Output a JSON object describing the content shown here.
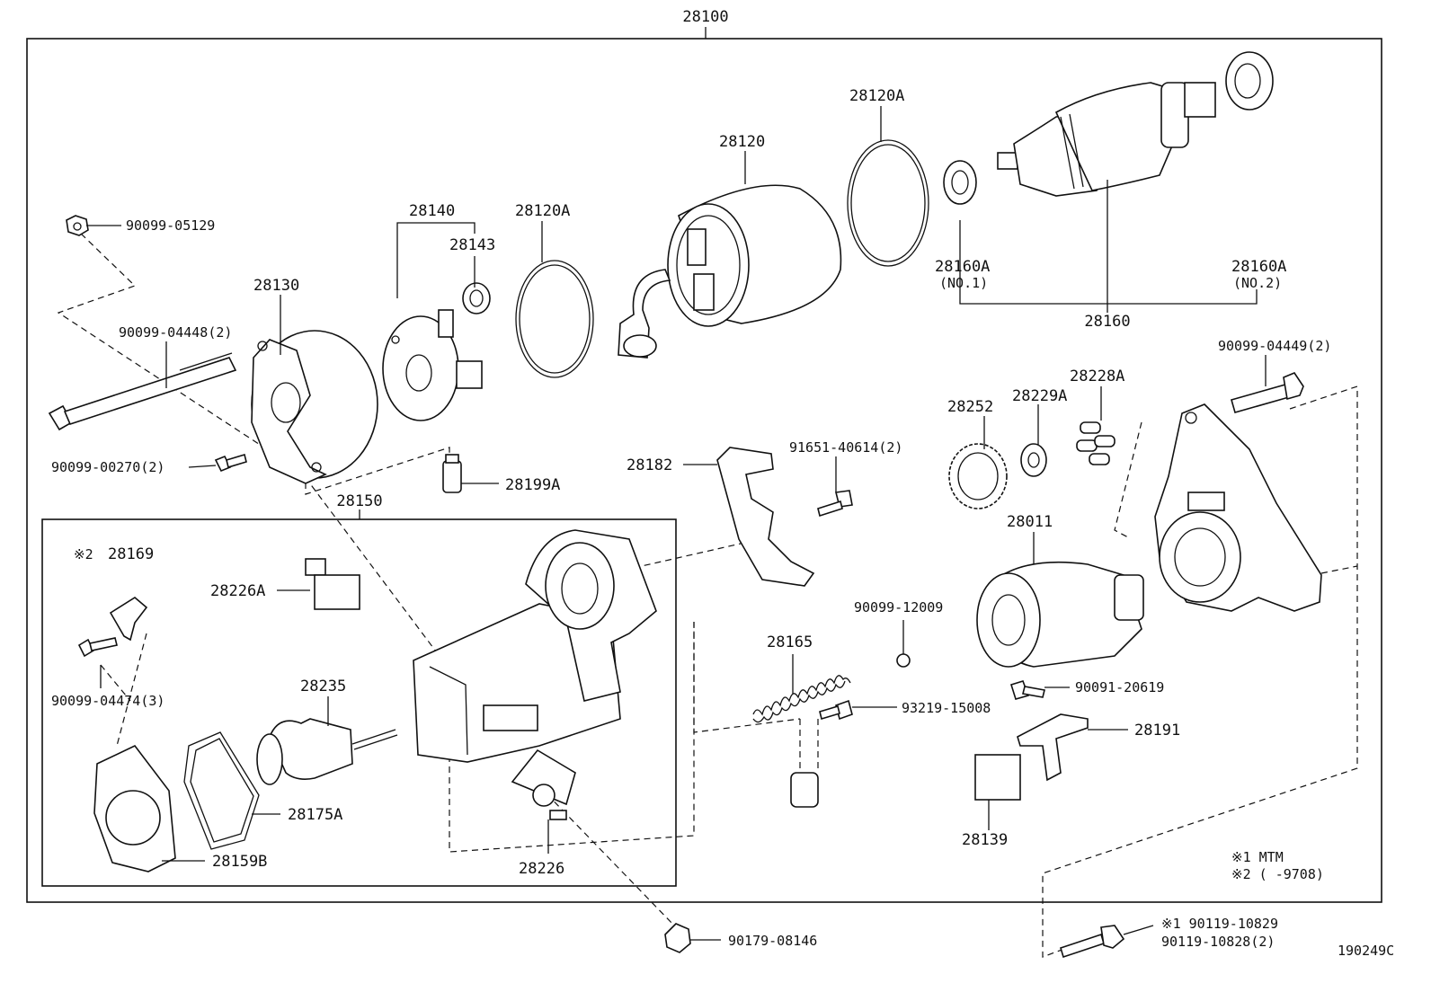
{
  "labels": {
    "assembly": "28100",
    "bracket_cover": "28130",
    "brush_holder": "28140",
    "brush": "28143",
    "oring_front": "28120A",
    "oring_rear": "28120A",
    "yoke": "28120",
    "armature": "28160",
    "bearing1": "28160A",
    "bearing1_note": "(NO.1)",
    "bearing2": "28160A",
    "bearing2_note": "(NO.2)",
    "nut_top": "90099-05129",
    "through_bolt": "90099-04448(2)",
    "screw_cover": "90099-00270(2)",
    "plug": "28199A",
    "housing": "28150",
    "retainer": "28169",
    "retainer_mark": "※2",
    "screw_retainer": "90099-04474(3)",
    "terminal_a": "28226A",
    "plunger": "28235",
    "gasket": "28175A",
    "cover": "28159B",
    "terminal": "28226",
    "lever": "28182",
    "screw_lever": "91651-40614(2)",
    "spring": "28165",
    "screw_small": "93219-15008",
    "ball": "90099-12009",
    "gear": "28252",
    "retainer_gear": "28229A",
    "rollers": "28228A",
    "clutch": "28011",
    "bolt_clutch": "90091-20619",
    "bracket_small": "28191",
    "lead_wire": "28139",
    "bolt_frame": "90099-04449(2)",
    "nut_bottom": "90179-08146",
    "note1": "※1  MTM",
    "note2": "※2  (      -9708)",
    "bolt1": "※1 90119-10829",
    "bolt2": "90119-10828(2)",
    "diagram_id": "190249C"
  }
}
